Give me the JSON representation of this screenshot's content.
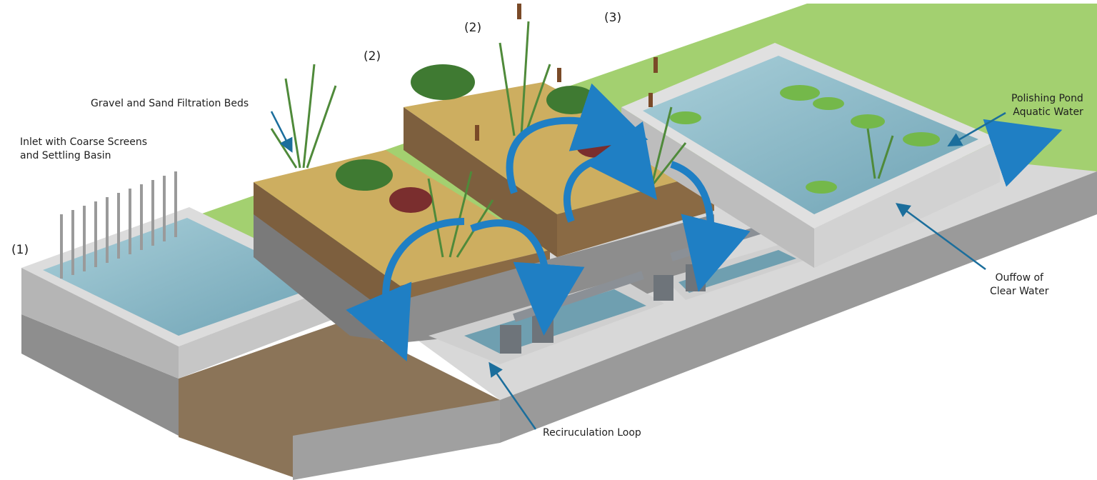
{
  "labels": {
    "inlet": {
      "line1": "Inlet with Coarse Screens",
      "line2": "and Settling Basin"
    },
    "filtration": "Gravel and Sand Filtration Beds",
    "polishing": {
      "line1": "Polishing Pond",
      "line2": "Aquatic Water"
    },
    "outflow": {
      "line1": "Ouffow of",
      "line2": "Clear Water"
    },
    "recirculation": "Reciruculation Loop"
  },
  "stage_numbers": {
    "one": "(1)",
    "two_a": "(2)",
    "two_b": "(2)",
    "three": "(3)"
  },
  "colors": {
    "water": "#7fb3c4",
    "arrow": "#1f7fc4",
    "leader": "#1b6e9c",
    "grass": "#9fcf6a",
    "concrete": "#c9c9c9",
    "sand": "#c9a95a",
    "soil": "#8b7458"
  }
}
